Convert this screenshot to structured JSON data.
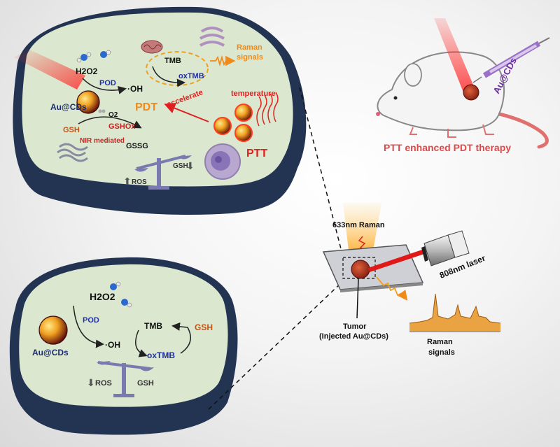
{
  "colors": {
    "cell_fill": "#dbe8cf",
    "cell_rim": "#2c3e5f",
    "cell_rim_dark": "#1a2640",
    "pod": "#1f2ea8",
    "red": "#e02020",
    "orange": "#f08a1a",
    "purple_text": "#6a2ca0",
    "balance": "#7a7ab0"
  },
  "top_cell": {
    "h2o2": "H2O2",
    "pod": "POD",
    "oh": "·OH",
    "tmb": "TMB",
    "oxtmb": "oxTMB",
    "raman_line1": "Raman",
    "raman_line2": "signals",
    "au_label": "Au@CDs",
    "pdt": "PDT",
    "accelerate": "accelerate",
    "temperature": "temperature",
    "ptt": "PTT",
    "o2": "O2",
    "gshox": "GSHOx",
    "gsh": "GSH",
    "nir": "NIR mediated",
    "gssg": "GSSG",
    "ros": "ROS",
    "gsh_balance": "GSH"
  },
  "bottom_cell": {
    "h2o2": "H2O2",
    "pod": "POD",
    "oh": "·OH",
    "tmb": "TMB",
    "oxtmb": "oxTMB",
    "gsh": "GSH",
    "au_label": "Au@CDs",
    "ros": "ROS",
    "gsh_balance": "GSH"
  },
  "mouse": {
    "syringe_label": "Au@CDs",
    "caption": "PTT enhanced PDT therapy"
  },
  "setup": {
    "raman_label": "633nm Raman",
    "laser_label": "808nm laser",
    "tumor_line1": "Tumor",
    "tumor_line2": "(Injected Au@CDs)",
    "signal_line1": "Raman",
    "signal_line2": "signals"
  }
}
